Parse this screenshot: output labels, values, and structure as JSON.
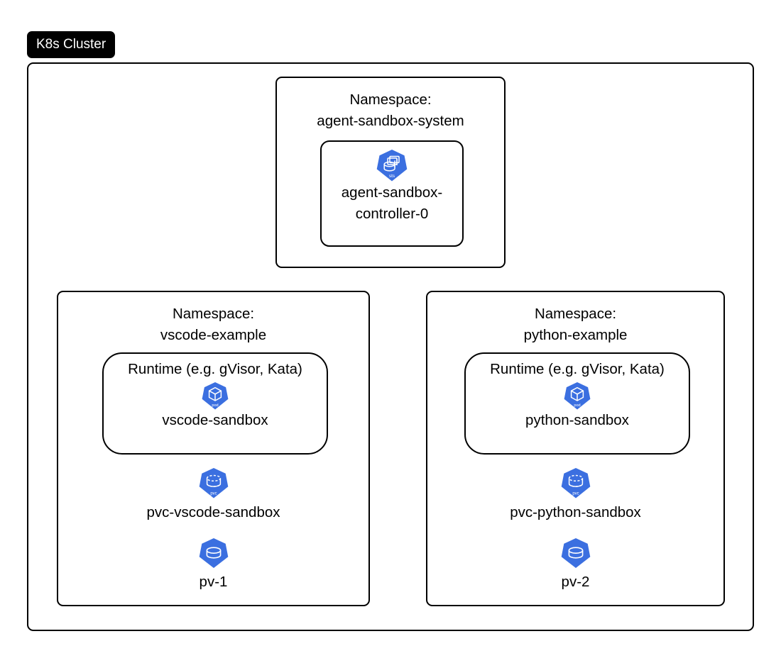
{
  "cluster": {
    "tag_label": "K8s Cluster",
    "accent_blue": "#3b6fe0",
    "border_color": "#000000",
    "background": "#ffffff"
  },
  "namespaces": [
    {
      "id": "agent-sandbox-system",
      "title_prefix": "Namespace:",
      "name": "agent-sandbox-system",
      "workloads": [
        {
          "kind": "statefulset",
          "icon": "statefulset-icon",
          "icon_badge": "sts",
          "name_line1": "agent-sandbox-",
          "name_line2": "controller-0"
        }
      ]
    },
    {
      "id": "vscode-example",
      "title_prefix": "Namespace:",
      "name": "vscode-example",
      "runtime": {
        "label": "Runtime (e.g. gVisor, Kata)",
        "pod": {
          "icon": "pod-icon",
          "icon_badge": "pod",
          "name": "vscode-sandbox"
        }
      },
      "storage": [
        {
          "kind": "persistentvolumeclaim",
          "icon": "pvc-icon",
          "icon_badge": "pvc",
          "name": "pvc-vscode-sandbox"
        },
        {
          "kind": "persistentvolume",
          "icon": "pv-icon",
          "icon_badge": "",
          "name": "pv-1"
        }
      ]
    },
    {
      "id": "python-example",
      "title_prefix": "Namespace:",
      "name": "python-example",
      "runtime": {
        "label": "Runtime (e.g. gVisor, Kata)",
        "pod": {
          "icon": "pod-icon",
          "icon_badge": "pod",
          "name": "python-sandbox"
        }
      },
      "storage": [
        {
          "kind": "persistentvolumeclaim",
          "icon": "pvc-icon",
          "icon_badge": "pvc",
          "name": "pvc-python-sandbox"
        },
        {
          "kind": "persistentvolume",
          "icon": "pv-icon",
          "icon_badge": "",
          "name": "pv-2"
        }
      ]
    }
  ]
}
